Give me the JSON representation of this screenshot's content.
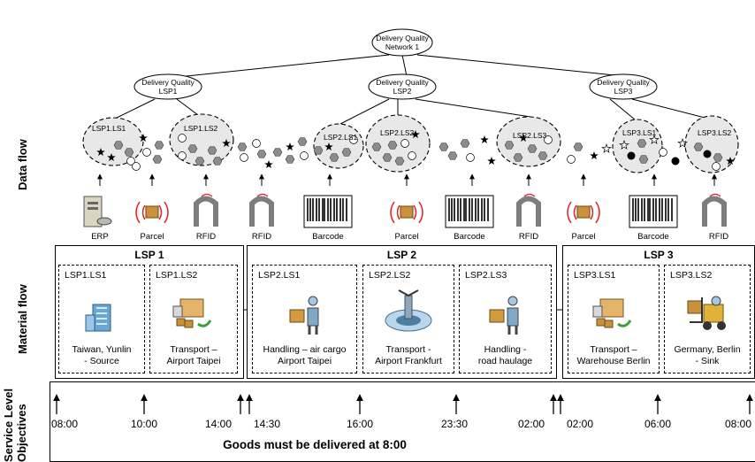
{
  "network": {
    "label": "Delivery Quality\nNetwork 1"
  },
  "lsp_quality_nodes": [
    {
      "label": "Delivery Quality\nLSP1"
    },
    {
      "label": "Delivery Quality\nLSP2"
    },
    {
      "label": "Delivery Quality\nLSP3"
    }
  ],
  "clusters": [
    {
      "label": "LSP1.LS1"
    },
    {
      "label": "LSP1.LS2"
    },
    {
      "label": "LSP2.LS1"
    },
    {
      "label": "LSP2.LS2"
    },
    {
      "label": "LSP2.LS3"
    },
    {
      "label": "LSP3.LS1"
    },
    {
      "label": "LSP3.LS2"
    }
  ],
  "row_labels": {
    "data_flow": "Data flow",
    "material_flow": "Material flow",
    "slo": "Service Level\nObjectives"
  },
  "technologies": [
    {
      "label": "ERP",
      "icon": "erp-server-icon"
    },
    {
      "label": "Parcel",
      "icon": "parcel-rfid-icon"
    },
    {
      "label": "RFID",
      "icon": "rfid-gate-icon"
    },
    {
      "label": "RFID",
      "icon": "rfid-gate-icon"
    },
    {
      "label": "Barcode",
      "icon": "barcode-icon"
    },
    {
      "label": "Parcel",
      "icon": "parcel-rfid-icon"
    },
    {
      "label": "Barcode",
      "icon": "barcode-icon"
    },
    {
      "label": "RFID",
      "icon": "rfid-gate-icon"
    },
    {
      "label": "Parcel",
      "icon": "parcel-rfid-icon"
    },
    {
      "label": "Barcode",
      "icon": "barcode-icon"
    },
    {
      "label": "RFID",
      "icon": "rfid-gate-icon"
    }
  ],
  "lsps": [
    {
      "title": "LSP 1",
      "segments": [
        {
          "id": "LSP1.LS1",
          "caption": "Taiwan, Yunlin\n- Source",
          "icon": "building-icon"
        },
        {
          "id": "LSP1.LS2",
          "caption": "Transport –\nAirport Taipei",
          "icon": "truck-icon"
        }
      ]
    },
    {
      "title": "LSP 2",
      "segments": [
        {
          "id": "LSP2.LS1",
          "caption": "Handling – air cargo\nAirport Taipei",
          "icon": "handling-icon"
        },
        {
          "id": "LSP2.LS2",
          "caption": "Transport -\nAirport Frankfurt",
          "icon": "airport-icon"
        },
        {
          "id": "LSP2.LS3",
          "caption": "Handling -\nroad haulage",
          "icon": "handling-icon"
        }
      ]
    },
    {
      "title": "LSP 3",
      "segments": [
        {
          "id": "LSP3.LS1",
          "caption": "Transport –\nWarehouse Berlin",
          "icon": "truck-icon"
        },
        {
          "id": "LSP3.LS2",
          "caption": "Germany, Berlin\n- Sink",
          "icon": "forklift-icon"
        }
      ]
    }
  ],
  "slo": {
    "times": [
      "08:00",
      "10:00",
      "14:00",
      "14:30",
      "16:00",
      "23:30",
      "02:00",
      "02:00",
      "06:00",
      "08:00"
    ],
    "footer": "Goods must be delivered at 8:00"
  },
  "colors": {
    "cluster_fill": "#e8e8e8",
    "hexagon": "#8c8c8c",
    "star": "#000000"
  }
}
